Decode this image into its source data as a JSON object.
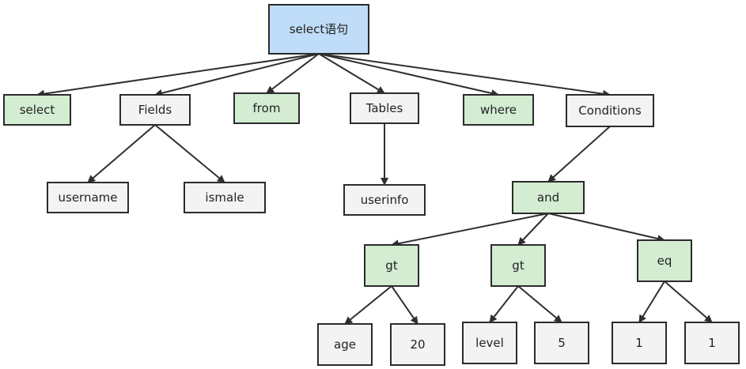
{
  "colors": {
    "root_fill": "#bfdcf8",
    "keyword_fill": "#d3ecd2",
    "item_fill": "#f3f3f3",
    "stroke": "#2b2b2b",
    "edge": "#2f2f2f"
  },
  "nodes": [
    {
      "id": "root",
      "label": "select语句",
      "kind": "root"
    },
    {
      "id": "kw-select",
      "label": "select",
      "kind": "keyword"
    },
    {
      "id": "fields",
      "label": "Fields",
      "kind": "item"
    },
    {
      "id": "kw-from",
      "label": "from",
      "kind": "keyword"
    },
    {
      "id": "tables",
      "label": "Tables",
      "kind": "item"
    },
    {
      "id": "kw-where",
      "label": "where",
      "kind": "keyword"
    },
    {
      "id": "conditions",
      "label": "Conditions",
      "kind": "item"
    },
    {
      "id": "username",
      "label": "username",
      "kind": "item"
    },
    {
      "id": "ismale",
      "label": "ismale",
      "kind": "item"
    },
    {
      "id": "userinfo",
      "label": "userinfo",
      "kind": "item"
    },
    {
      "id": "and",
      "label": "and",
      "kind": "keyword"
    },
    {
      "id": "gt-1",
      "label": "gt",
      "kind": "keyword"
    },
    {
      "id": "gt-2",
      "label": "gt",
      "kind": "keyword"
    },
    {
      "id": "eq",
      "label": "eq",
      "kind": "keyword"
    },
    {
      "id": "age",
      "label": "age",
      "kind": "item"
    },
    {
      "id": "twenty",
      "label": "20",
      "kind": "item"
    },
    {
      "id": "level",
      "label": "level",
      "kind": "item"
    },
    {
      "id": "five",
      "label": "5",
      "kind": "item"
    },
    {
      "id": "one-a",
      "label": "1",
      "kind": "item"
    },
    {
      "id": "one-b",
      "label": "1",
      "kind": "item"
    }
  ],
  "edges": [
    [
      "root",
      "kw-select"
    ],
    [
      "root",
      "fields"
    ],
    [
      "root",
      "kw-from"
    ],
    [
      "root",
      "tables"
    ],
    [
      "root",
      "kw-where"
    ],
    [
      "root",
      "conditions"
    ],
    [
      "fields",
      "username"
    ],
    [
      "fields",
      "ismale"
    ],
    [
      "tables",
      "userinfo"
    ],
    [
      "conditions",
      "and"
    ],
    [
      "and",
      "gt-1"
    ],
    [
      "and",
      "gt-2"
    ],
    [
      "and",
      "eq"
    ],
    [
      "gt-1",
      "age"
    ],
    [
      "gt-1",
      "twenty"
    ],
    [
      "gt-2",
      "level"
    ],
    [
      "gt-2",
      "five"
    ],
    [
      "eq",
      "one-a"
    ],
    [
      "eq",
      "one-b"
    ]
  ]
}
